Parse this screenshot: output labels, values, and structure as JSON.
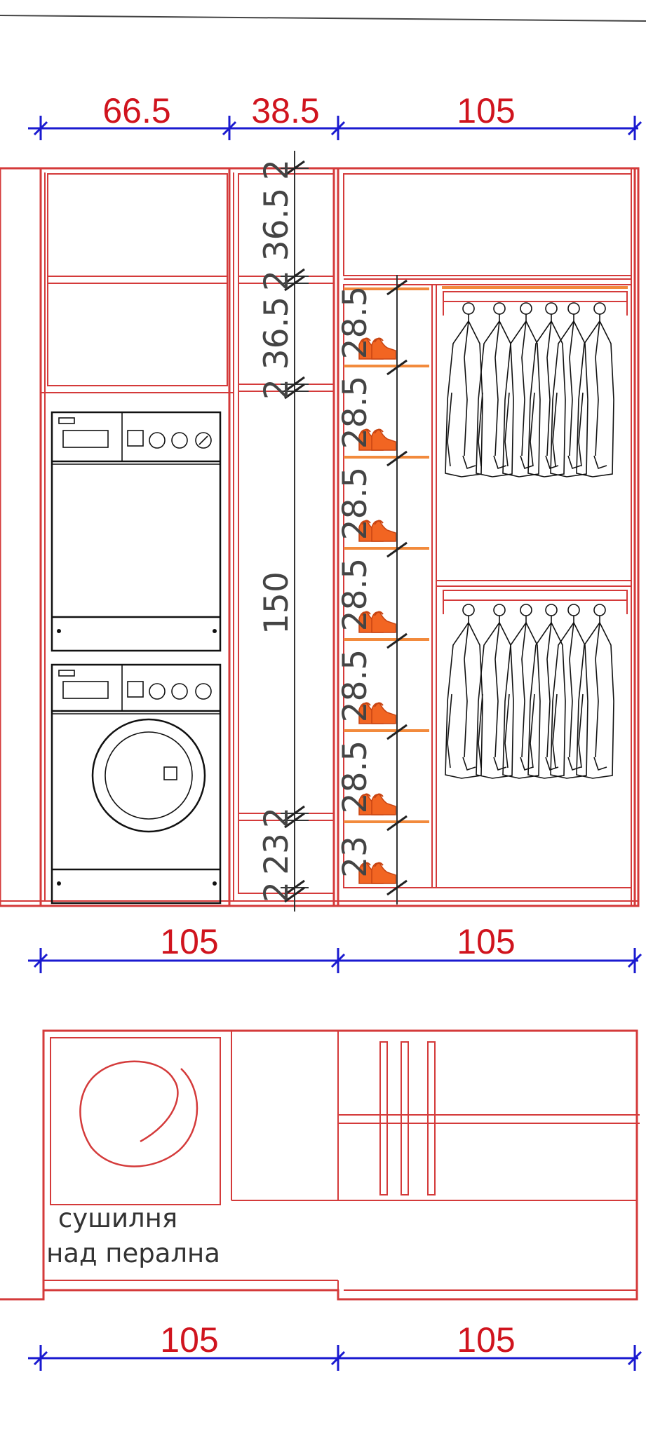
{
  "plan_view": {
    "top_dimensions": [
      "66.5",
      "38.5",
      "105"
    ],
    "middle_dimensions": [
      "105",
      "105"
    ],
    "bottom_dimensions": [
      "105",
      "105"
    ],
    "vertical_dimensions": [
      "2",
      "36.5",
      "2",
      "36.5",
      "2",
      "150",
      "2",
      "23",
      "2"
    ],
    "shelf_dimensions": [
      "28.5",
      "28.5",
      "28.5",
      "28.5",
      "28.5",
      "28.5",
      "23"
    ],
    "label_line1": "сушилня",
    "label_line2": "над перална"
  },
  "colors": {
    "cabinet_outline": "#d43a3a",
    "dimension_text": "#d0141e",
    "dimension_line": "#1a1ad0",
    "shoe_fill": "#f26522"
  },
  "icons": {
    "dryer": "dryer-icon",
    "washing_machine": "washing-machine-icon",
    "hanging_jacket": "jacket-icon",
    "shoes": "shoe-pair-icon",
    "dryer_swirl": "dryer-swirl-icon"
  }
}
